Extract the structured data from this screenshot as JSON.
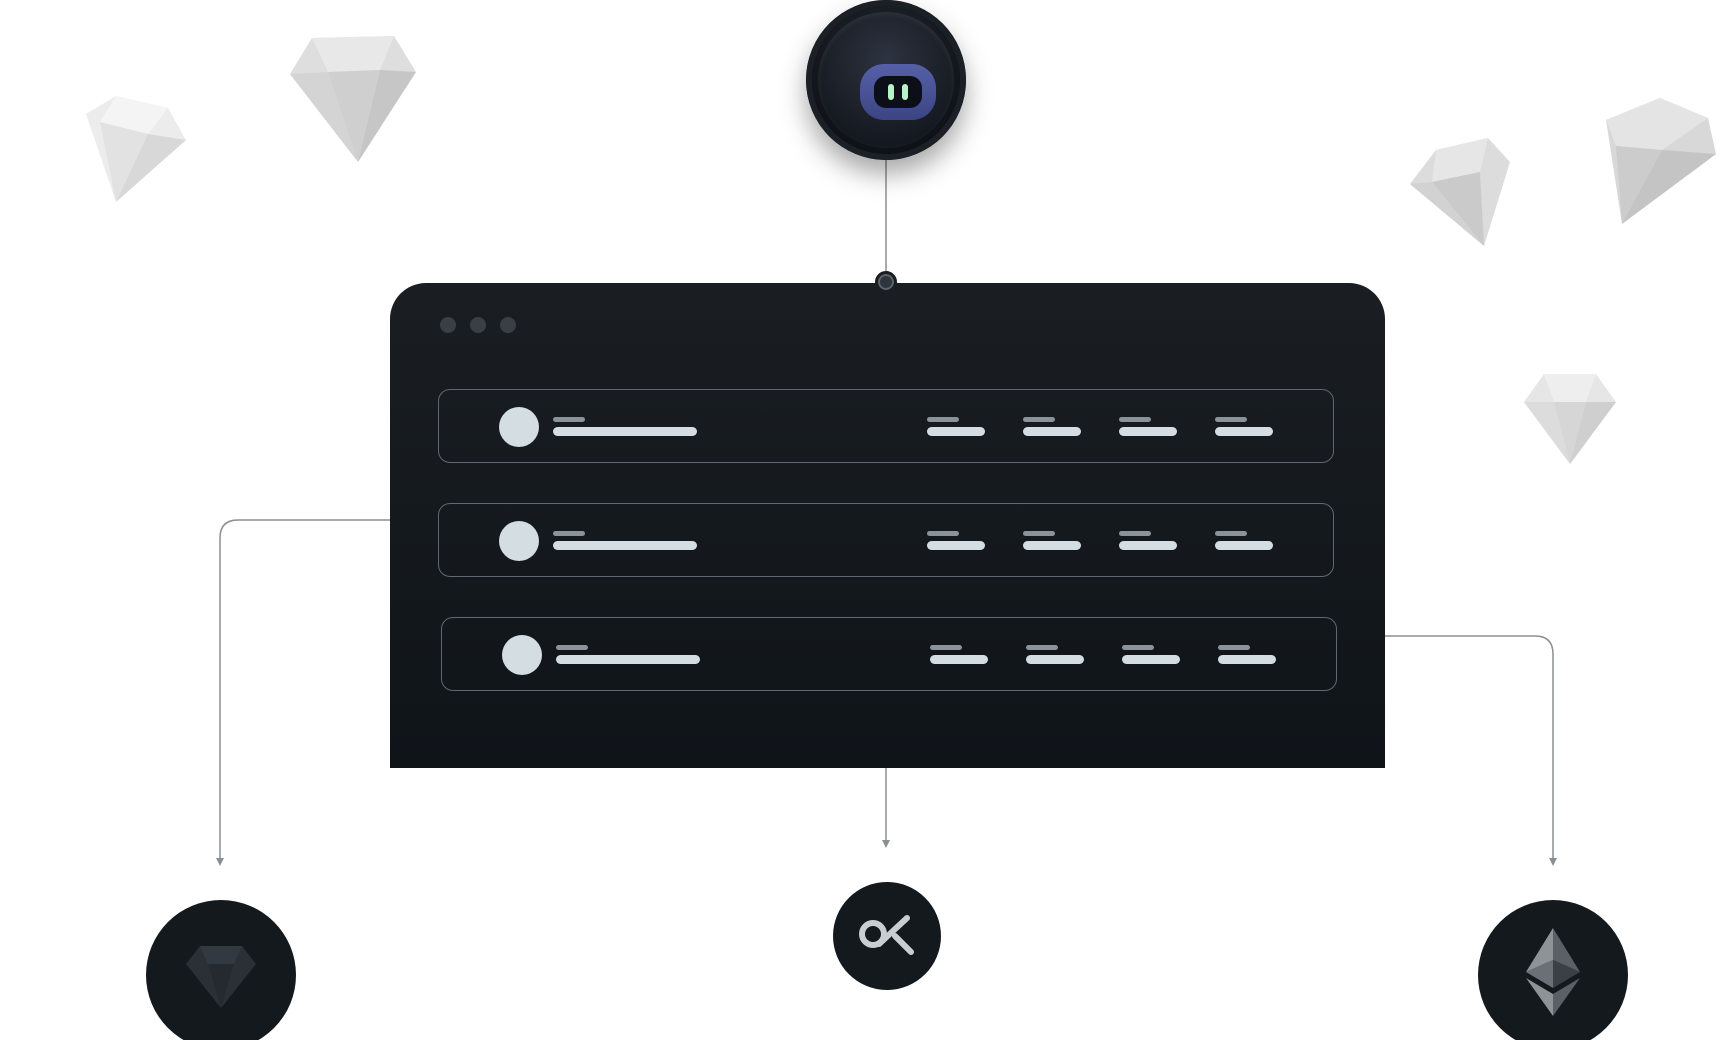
{
  "diagram": {
    "hub": {
      "icon": "robot-icon"
    },
    "window": {
      "controls": [
        "window-dot",
        "window-dot",
        "window-dot"
      ],
      "rows": [
        {
          "avatar": "avatar-placeholder",
          "columns": 4
        },
        {
          "avatar": "avatar-placeholder",
          "columns": 4
        },
        {
          "avatar": "avatar-placeholder",
          "columns": 4
        }
      ]
    },
    "outputs": [
      {
        "icon": "diamond-icon"
      },
      {
        "icon": "ckb-logo-icon"
      },
      {
        "icon": "ethereum-icon"
      }
    ],
    "decorations": [
      "gem-icon",
      "gem-icon",
      "gem-icon",
      "gem-icon",
      "gem-icon"
    ],
    "colors": {
      "background": "#ffffff",
      "window": "#14181d",
      "row_border": "#5f6870",
      "placeholder_light": "#d3dde2",
      "placeholder_dim": "#8a939a",
      "connector": "#8a8f94",
      "circle": "#14191e",
      "gem": "#d9d9d9"
    }
  }
}
